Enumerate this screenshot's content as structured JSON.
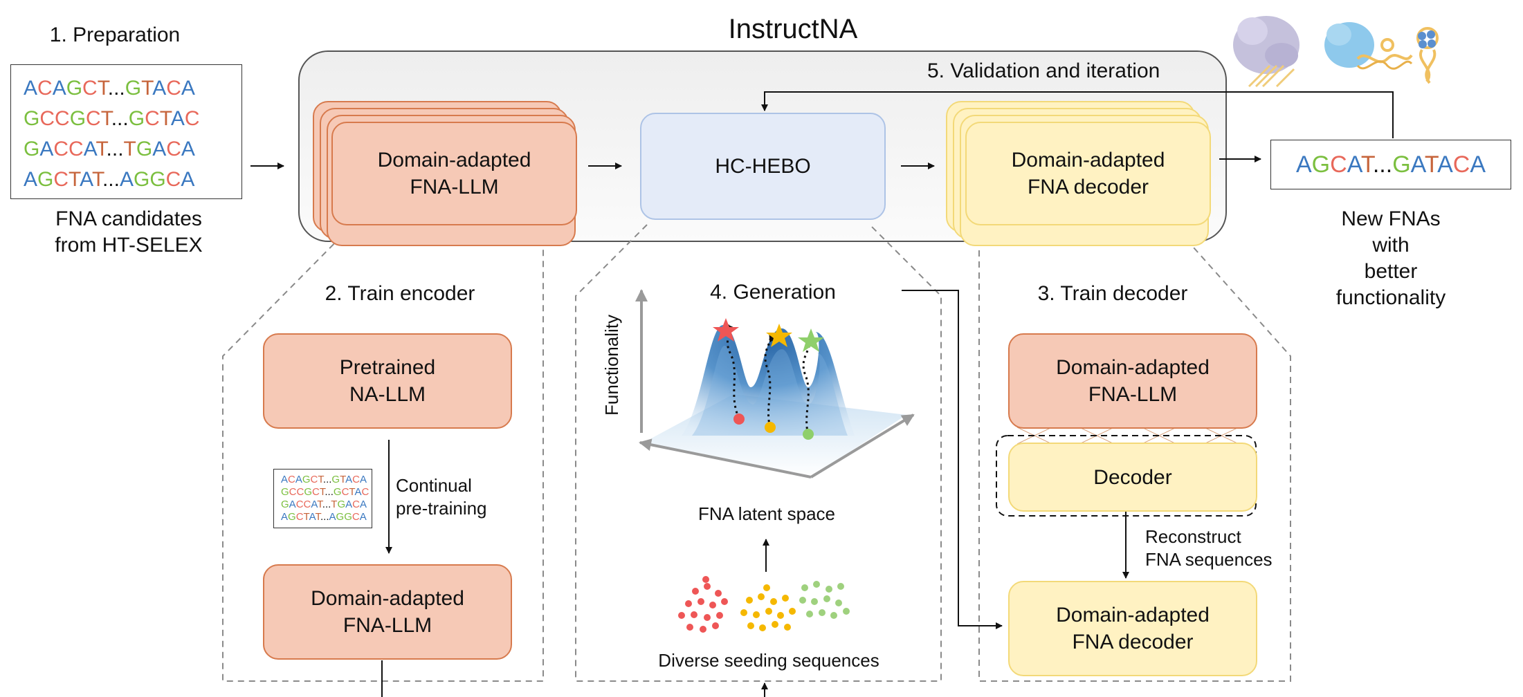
{
  "title": "InstructNA",
  "step1": {
    "heading": "1. Preparation",
    "sequences": [
      "ACAGCT...GTACA",
      "GCCGCT...GCTAC",
      "GACCAT...TGACA",
      "AGCTAT...AGGCA"
    ],
    "caption": "FNA candidates\nfrom HT-SELEX"
  },
  "step5": {
    "heading": "5. Validation and iteration"
  },
  "top_row": {
    "llm": "Domain-adapted\nFNA-LLM",
    "hebo": "HC-HEBO",
    "decoder": "Domain-adapted\nFNA decoder"
  },
  "output": {
    "sequence": "AGCAT...GATACA",
    "caption": "New FNAs with\nbetter functionality"
  },
  "step2": {
    "heading": "2. Train encoder",
    "pretrained": "Pretrained\nNA-LLM",
    "sequences": [
      "ACAGCT...GTACA",
      "GCCGCT...GCTAC",
      "GACCAT...TGACA",
      "AGCTAT...AGGCA"
    ],
    "arrow_label": "Continual\npre-training",
    "adapted": "Domain-adapted\nFNA-LLM"
  },
  "step4": {
    "heading": "4. Generation",
    "y_axis": "Functionality",
    "latent": "FNA latent space",
    "seeds": "Diverse seeding sequences"
  },
  "step3": {
    "heading": "3. Train decoder",
    "frozen": "Domain-adapted\nFNA-LLM",
    "decoder": "Decoder",
    "arrow_label": "Reconstruct\nFNA sequences",
    "result": "Domain-adapted\nFNA decoder"
  },
  "colors": {
    "A": "#3a78c0",
    "C": "#e8685a",
    "G": "#7bbf3f",
    "T": "#c6643b",
    "llm_fill": "#f6c9b6",
    "decoder_fill": "#fff2c2",
    "hebo_fill": "#e4ebf8"
  },
  "icons": [
    "protein-dna-complex-icon",
    "protein-dna-icon",
    "dna-aptamer-icon",
    "snowflake-icon",
    "flame-icon"
  ]
}
